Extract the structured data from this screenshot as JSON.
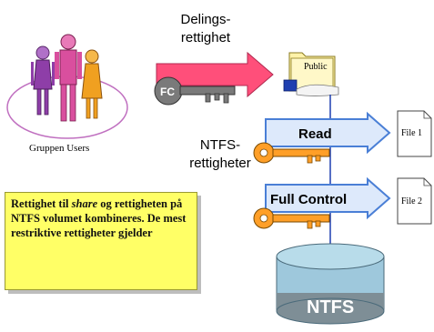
{
  "share_permission_label": [
    "Delings-",
    "rettighet"
  ],
  "group": {
    "caption": "Gruppen Users",
    "people_colors": [
      "#8e3ea8",
      "#d94f9e",
      "#f0a020"
    ]
  },
  "share_key_tag": "FC",
  "share_folder": {
    "label": "Public"
  },
  "ntfs_permission_label": [
    "NTFS-",
    "rettigheter"
  ],
  "permissions": [
    {
      "label": "Read",
      "file": "File 1"
    },
    {
      "label": "Full Control",
      "file": "File 2"
    }
  ],
  "volume_label": "NTFS",
  "note": {
    "part1": "Rettighet til ",
    "emphasis": "share",
    "part2": " og rettigheten på NTFS volumet kombineres. De mest restriktive rettigheter gjelder"
  },
  "colors": {
    "share_arrow": "#ff4f7a",
    "perm_arrow_fill": "#dde9fb",
    "perm_arrow_stroke": "#4a7fd6",
    "key_gold": "#ff9f28",
    "key_gray": "#7a7a7a",
    "volume_fill": "#9ec8dc",
    "note_bg": "#ffff66",
    "group_ellipse": "#c070c0"
  }
}
